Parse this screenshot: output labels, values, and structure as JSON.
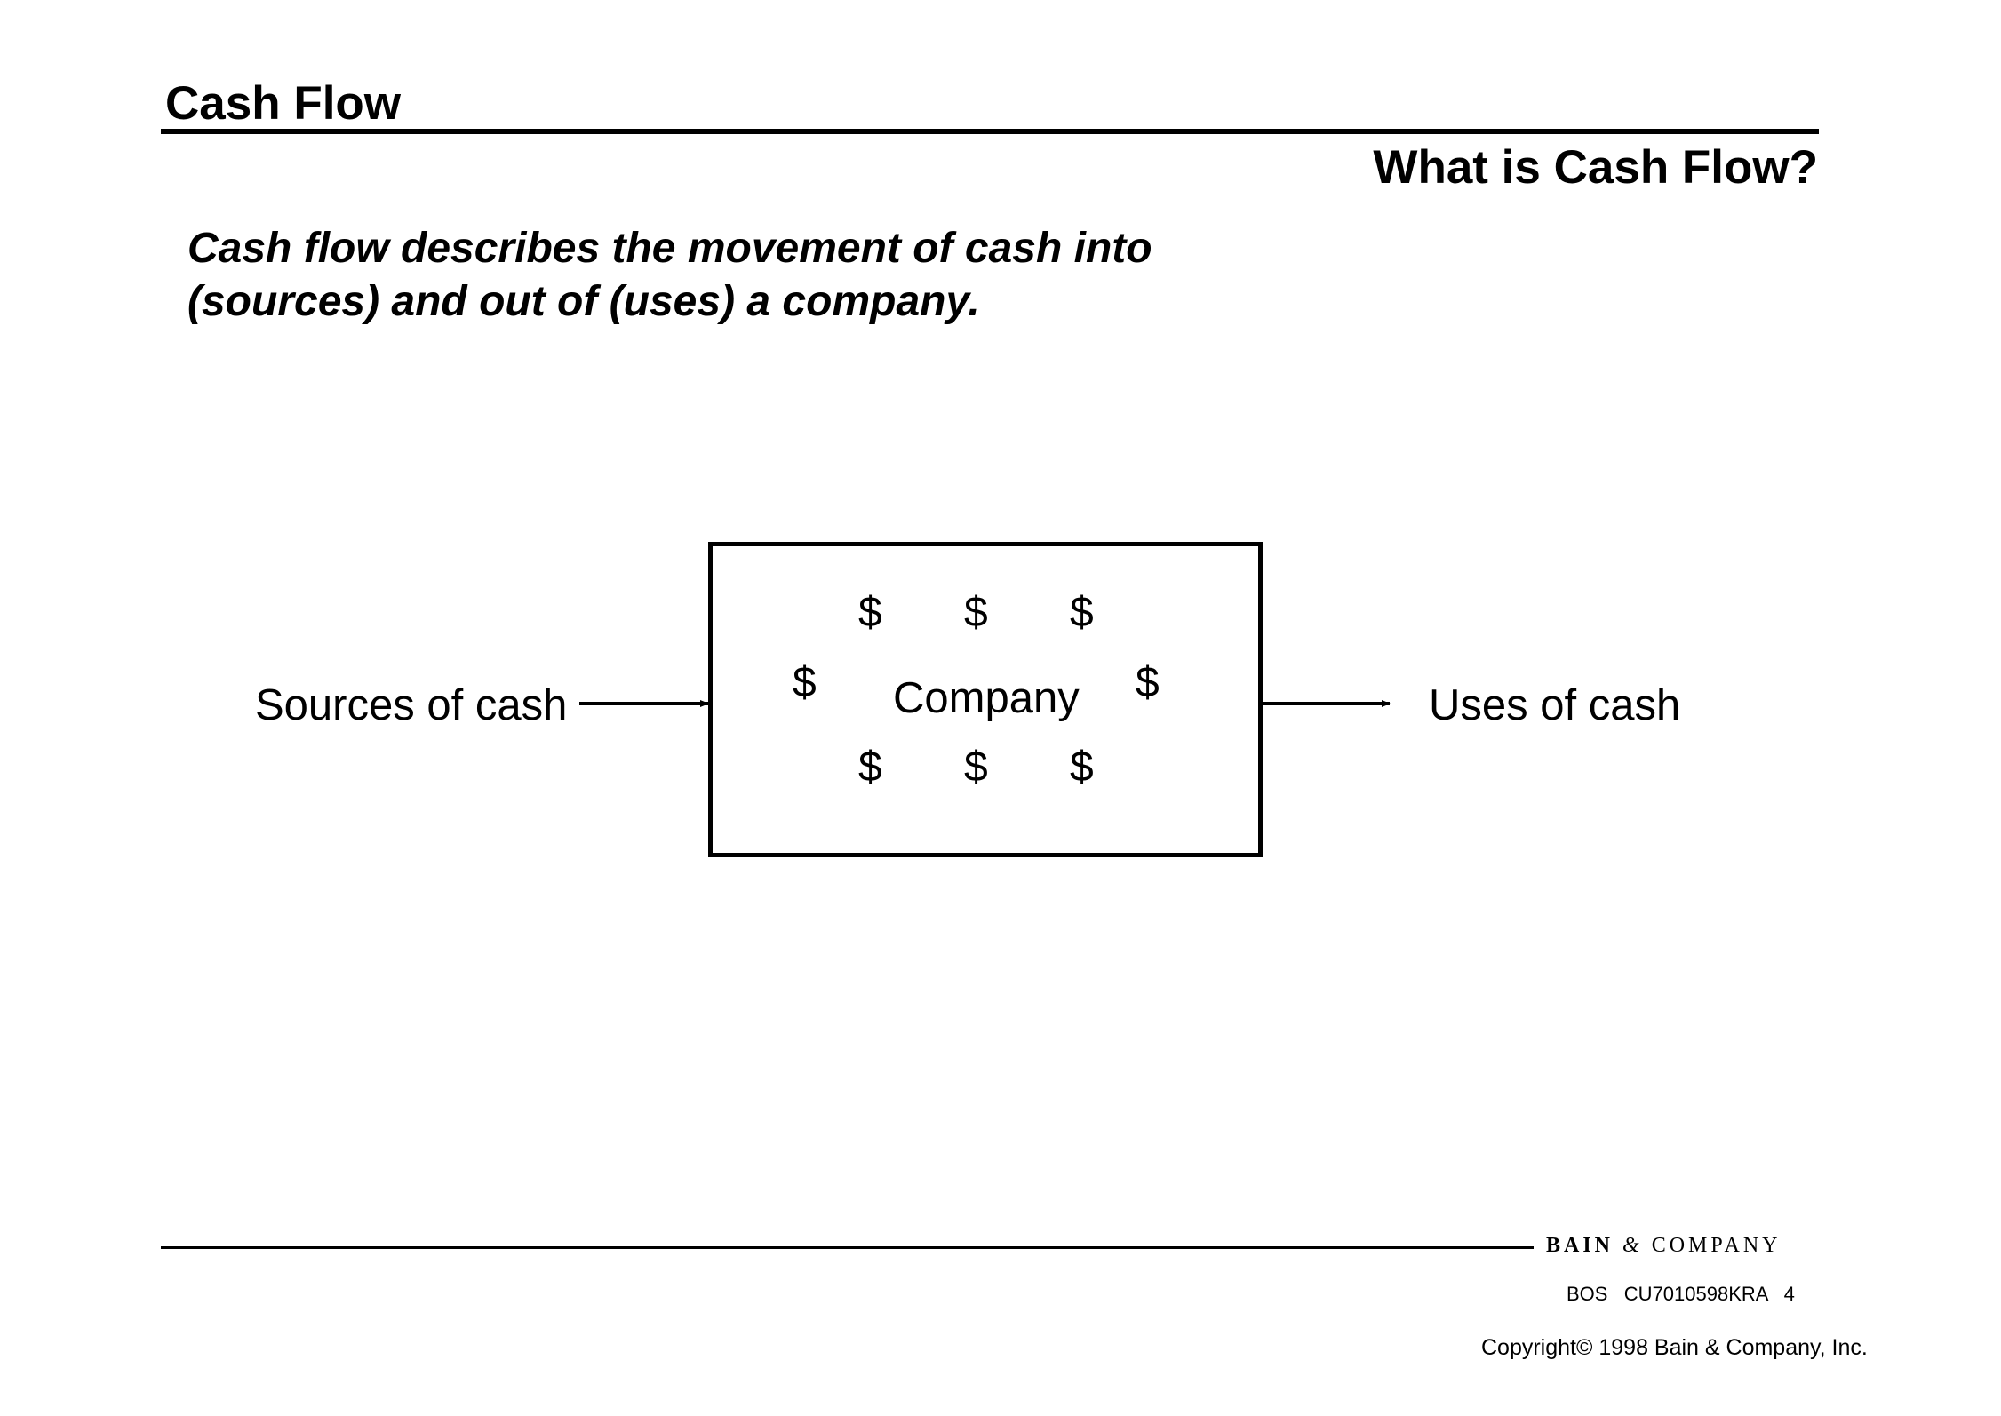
{
  "header": {
    "section_title": "Cash Flow",
    "slide_heading": "What is Cash Flow?"
  },
  "definition": {
    "line1": "Cash flow describes the movement of cash into",
    "line2": "(sources) and out of (uses) a company."
  },
  "diagram": {
    "sources_label": "Sources of cash",
    "company_label": "Company",
    "uses_label": "Uses of cash",
    "dollar_symbol": "$"
  },
  "footer": {
    "brand_main": "BAIN",
    "brand_amp": "&",
    "brand_rest": "COMPANY",
    "doc_code": "BOS   CU7010598KRA   4",
    "copyright": "Copyright© 1998 Bain & Company, Inc."
  }
}
